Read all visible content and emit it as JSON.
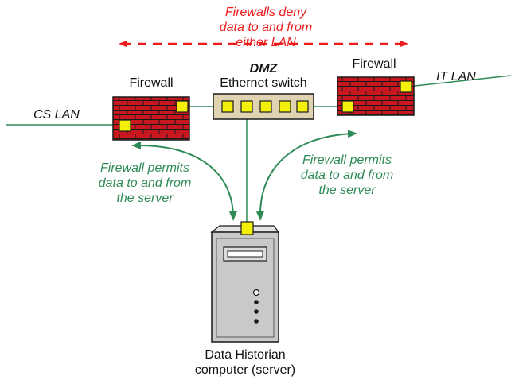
{
  "labels": {
    "deny_note": [
      "Firewalls deny",
      "data to and from",
      "either LAN"
    ],
    "dmz": "DMZ",
    "switch": "Ethernet switch",
    "firewall_left": "Firewall",
    "firewall_right": "Firewall",
    "cs_lan": "CS LAN",
    "it_lan": "IT LAN",
    "permit_left": [
      "Firewall permits",
      "data to and from",
      "the server"
    ],
    "permit_right": [
      "Firewall permits",
      "data to and from",
      "the server"
    ],
    "server": [
      "Data Historian",
      "computer (server)"
    ]
  },
  "colors": {
    "deny": "#ee1c1c",
    "permit": "#2e8b57",
    "lan_line": "#2e8b57",
    "brick": "#c8171e",
    "port": "#f4f00a",
    "switch_body": "#e0d3b2",
    "server_body": "#c9c9c9"
  }
}
